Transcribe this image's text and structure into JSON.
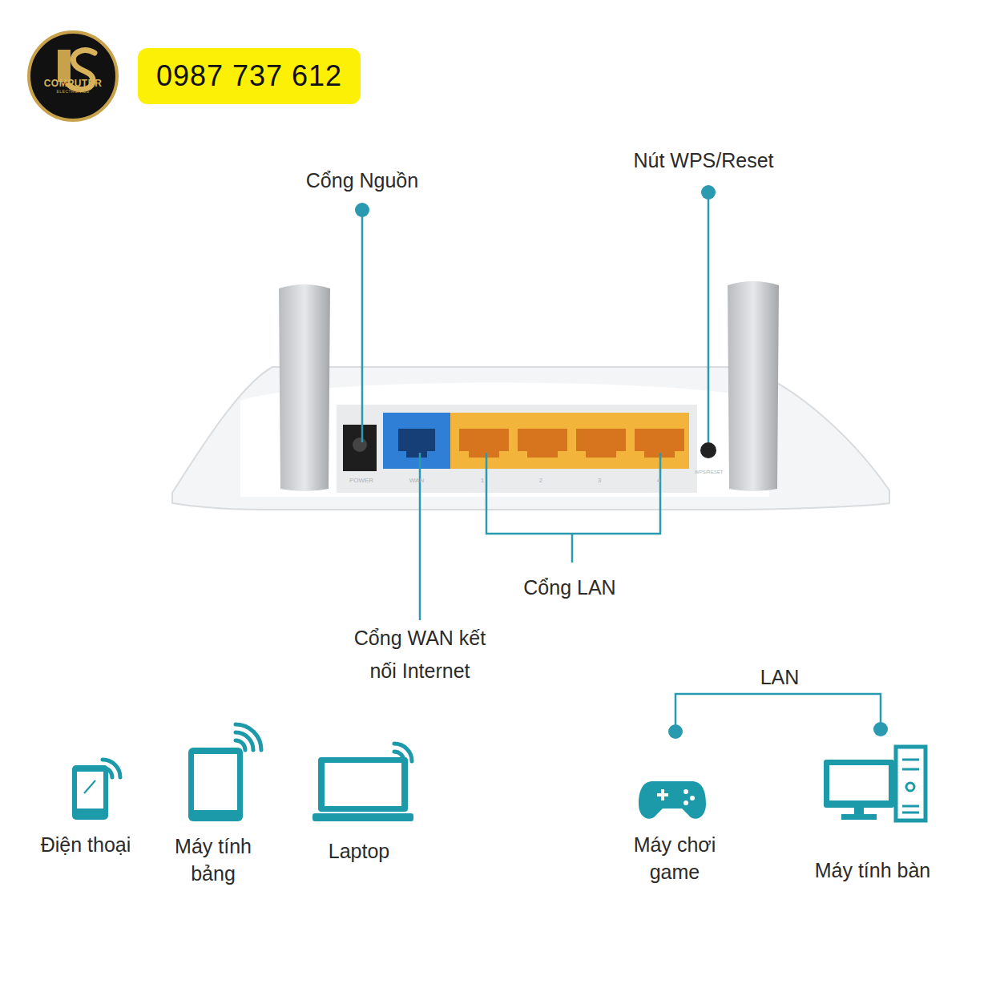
{
  "diagram": {
    "nodes": [
      {
        "text": [
          "COMPUTER",
          "ELECTRONICS"
        ]
      },
      {
        "text": [
          "0987 737 612"
        ]
      }
    ],
    "labels": [
      "Cổng Nguồn",
      "Nút WPS/Reset",
      "POWER",
      "WAN",
      "1",
      "2",
      "3",
      "4",
      "WPS/RESET",
      "Cổng LAN",
      "Cổng WAN kết nối Internet",
      "LAN",
      "Điện thoại",
      "Máy tính bảng",
      "Laptop",
      "Máy chơi game",
      "Máy tính bàn"
    ]
  }
}
